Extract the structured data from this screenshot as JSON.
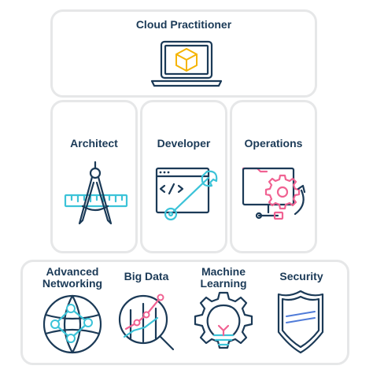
{
  "cards": {
    "cloud_practitioner": {
      "label": "Cloud Practitioner"
    },
    "architect": {
      "label": "Architect"
    },
    "developer": {
      "label": "Developer"
    },
    "operations": {
      "label": "Operations"
    }
  },
  "specialty": {
    "advanced_networking": {
      "label": "Advanced\nNetworking"
    },
    "big_data": {
      "label": "Big Data"
    },
    "machine_learning": {
      "label": "Machine\nLearning"
    },
    "security": {
      "label": "Security"
    }
  },
  "colors": {
    "title": "#1b3a57",
    "border": "#e6e7e8",
    "teal": "#3cc3d8",
    "pink": "#f06292",
    "orange": "#f5b400",
    "blue": "#4f7bd8"
  },
  "icons": {
    "cloud_practitioner": "laptop-cube-icon",
    "architect": "compass-ruler-icon",
    "developer": "code-window-wrench-icon",
    "operations": "monitor-gear-icon",
    "advanced_networking": "network-globe-icon",
    "big_data": "magnifier-chart-icon",
    "machine_learning": "gear-lightbulb-icon",
    "security": "shield-icon"
  }
}
